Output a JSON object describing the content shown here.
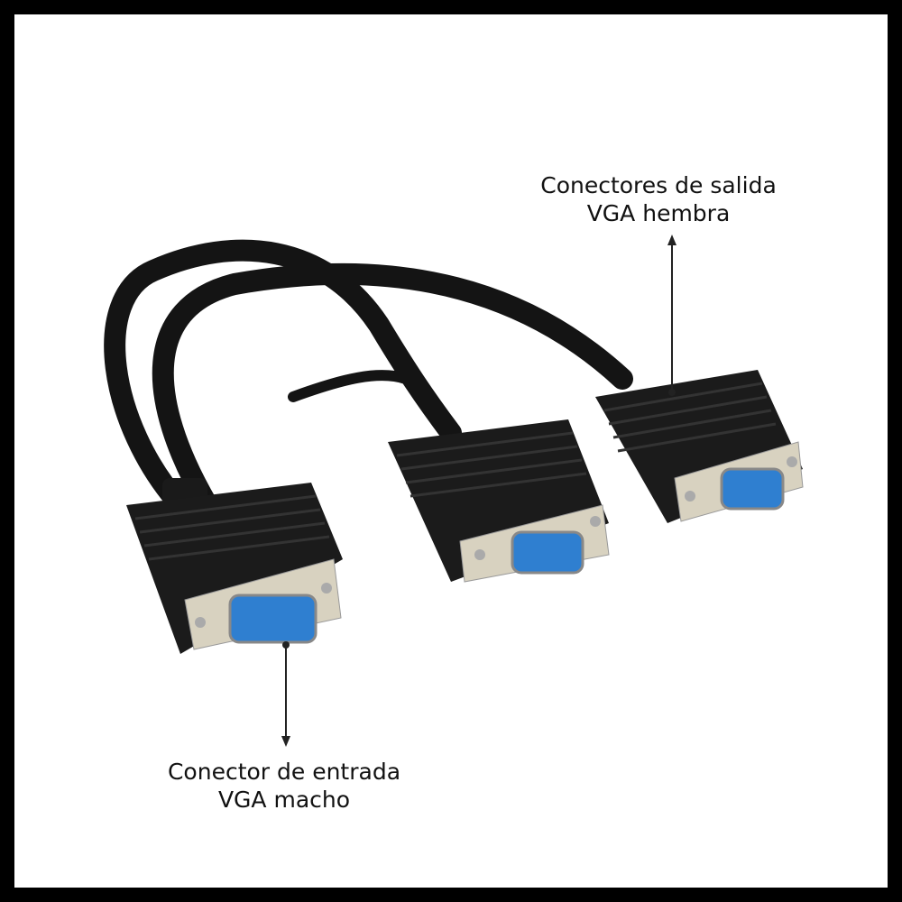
{
  "labels": {
    "output": {
      "line1": "Conectores de salida",
      "line2": "VGA hembra"
    },
    "input": {
      "line1": "Conector de entrada",
      "line2": "VGA macho"
    }
  },
  "colors": {
    "frame": "#000000",
    "cable": "#111111",
    "pins": "#2f7fd0",
    "metal": "#d8d2c0"
  }
}
